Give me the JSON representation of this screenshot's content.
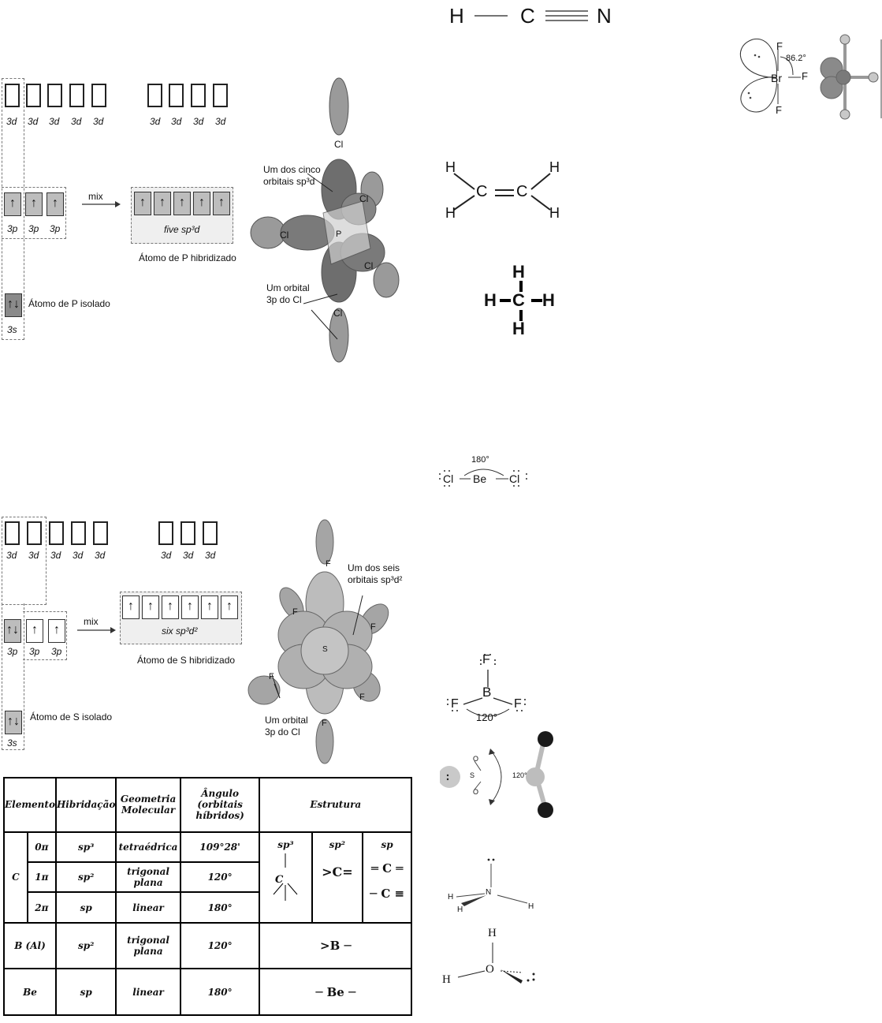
{
  "p_diagram": {
    "d_labels": [
      "3d",
      "3d",
      "3d",
      "3d",
      "3d"
    ],
    "d_labels_right": [
      "3d",
      "3d",
      "3d",
      "3d"
    ],
    "p_labels": [
      "3p",
      "3p",
      "3p"
    ],
    "s_label": "3s",
    "mix": "mix",
    "hybrid_label": "five sp³d",
    "hybridized_caption": "Átomo de P hibridizado",
    "isolated_caption": "Átomo de P isolado",
    "arrow_up": "↑",
    "arrow_pair": "↑↓"
  },
  "pcl5": {
    "cl_labels": [
      "Cl",
      "Cl",
      "Cl",
      "Cl",
      "Cl"
    ],
    "center": "P",
    "callout_orbital": "Um dos cinco\norbitais sp³d",
    "callout_cl": "Um orbital\n3p do Cl"
  },
  "s_diagram": {
    "d_labels": [
      "3d",
      "3d",
      "3d",
      "3d",
      "3d"
    ],
    "d_labels_right": [
      "3d",
      "3d",
      "3d"
    ],
    "p_labels": [
      "3p",
      "3p",
      "3p"
    ],
    "s_label": "3s",
    "mix": "mix",
    "hybrid_label": "six sp³d²",
    "hybridized_caption": "Átomo de S hibridizado",
    "isolated_caption": "Átomo de S isolado"
  },
  "sf6": {
    "f_labels": [
      "F",
      "F",
      "F",
      "F",
      "F",
      "F"
    ],
    "center": "S",
    "callout_orbital": "Um dos seis\norbitais sp³d²",
    "callout_f": "Um orbital\n3p do Cl"
  },
  "hcn": {
    "h": "H",
    "c": "C",
    "n": "N"
  },
  "brf3": {
    "angle": "86.2°",
    "center": "Br",
    "f": "F"
  },
  "ethene": {
    "h": "H",
    "c": "C"
  },
  "methane": {
    "h": "H",
    "c": "C"
  },
  "becl2": {
    "angle": "180°",
    "center": "Be",
    "cl": "Cl"
  },
  "bf3": {
    "angle": "120°",
    "center": "B",
    "f": "F"
  },
  "so2": {
    "angle": "120°",
    "s": "S",
    "o": "O"
  },
  "nh3": {
    "n": "N",
    "h": "H"
  },
  "h2o": {
    "o": "O",
    "h": "H"
  },
  "table": {
    "headers": [
      "Elemento",
      "Hibridação",
      "Geometria Molecular",
      "Ângulo (orbitais híbridos)",
      "Estrutura"
    ],
    "rows": [
      {
        "element": "C",
        "bond": "0π",
        "hyb": "sp³",
        "geom": "tetraédrica",
        "angle": "109°28'"
      },
      {
        "element": "",
        "bond": "1π",
        "hyb": "sp²",
        "geom": "trigonal plana",
        "angle": "120°"
      },
      {
        "element": "",
        "bond": "2π",
        "hyb": "sp",
        "geom": "linear",
        "angle": "180°"
      },
      {
        "element": "B (Al)",
        "bond": "",
        "hyb": "sp²",
        "geom": "trigonal plana",
        "angle": "120°"
      },
      {
        "element": "Be",
        "bond": "",
        "hyb": "sp",
        "geom": "linear",
        "angle": "180°"
      }
    ],
    "structure_heads": [
      "sp³",
      "sp²",
      "sp"
    ],
    "struct_c_sp3": "C",
    "struct_c_sp2": "C",
    "struct_c_sp_1": "═ C ═",
    "struct_c_sp_2": "─ C ≡",
    "struct_b": "B ─",
    "struct_be": "─ Be ─"
  }
}
